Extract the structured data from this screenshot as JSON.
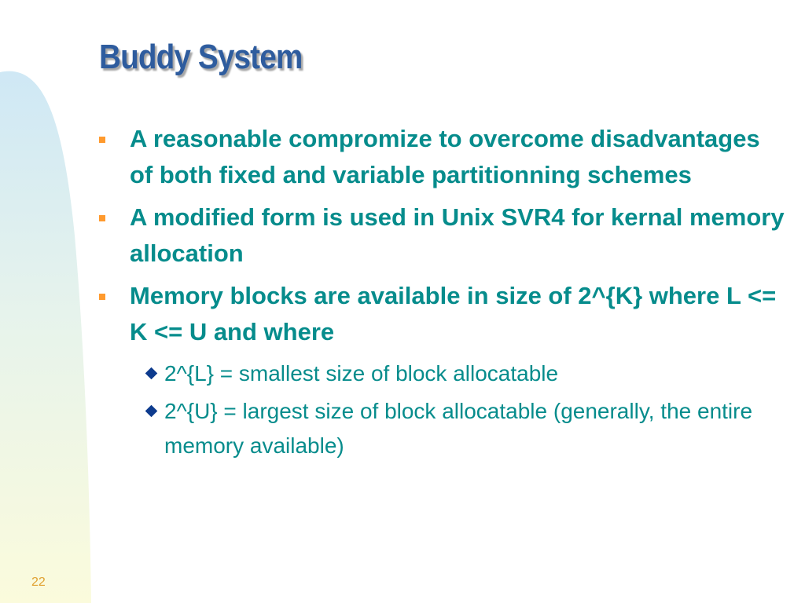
{
  "slide": {
    "title": "Buddy System",
    "page_number": "22",
    "bullets": [
      {
        "text": "A reasonable compromize to overcome disadvantages of both fixed and variable partitionning schemes"
      },
      {
        "text": "A modified form is used in Unix SVR4 for kernal memory allocation"
      },
      {
        "text": "Memory blocks are available in size of 2^{K} where L <= K <= U and where"
      }
    ],
    "sub_bullets": [
      {
        "text": "2^{L} = smallest size of block allocatable"
      },
      {
        "text": "2^{U} = largest size of block allocatable (generally, the entire memory available)"
      }
    ]
  },
  "colors": {
    "title": "#2e5c9e",
    "body_text": "#068c8c",
    "bullet_marker": "#ff9a2e",
    "sub_bullet_marker": "#0d3b8e",
    "page_number": "#e0a030",
    "band_top": "#cfe8f5",
    "band_bottom": "#fbfbdc"
  }
}
